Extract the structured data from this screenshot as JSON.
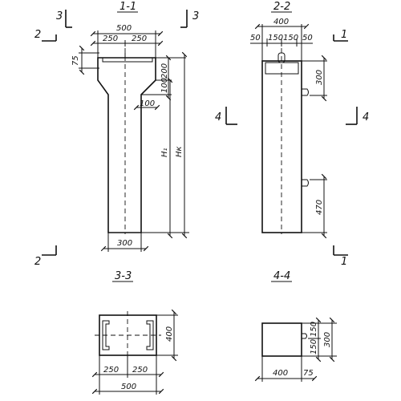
{
  "section_titles": {
    "s11": "1-1",
    "s22": "2-2",
    "s33": "3-3",
    "s44": "4-4"
  },
  "cut_markers": {
    "cut1_top": "1",
    "cut1_bottom": "1",
    "cut2_top": "2",
    "cut2_bottom": "2",
    "cut3_left": "3",
    "cut3_right": "3",
    "cut4_left": "4",
    "cut4_right": "4"
  },
  "view_11": {
    "total_width": "500",
    "half_left": "250",
    "half_right": "250",
    "cap_offset": "75",
    "dim_200": "200",
    "dim_100_vert": "100",
    "dim_100_horz": "100",
    "height_h1": "Н₁",
    "height_hk": "Нк",
    "bottom_width": "300"
  },
  "view_22": {
    "total_width": "400",
    "seg_a": "50",
    "seg_b": "150",
    "seg_c": "150",
    "seg_d": "50",
    "dim_300": "300",
    "dim_470": "470"
  },
  "view_33": {
    "height": "400",
    "half_left": "250",
    "half_right": "250",
    "total_width": "500"
  },
  "view_44": {
    "seg_top": "150",
    "seg_bottom": "150",
    "total_height": "300",
    "width": "400",
    "offset": "75"
  }
}
